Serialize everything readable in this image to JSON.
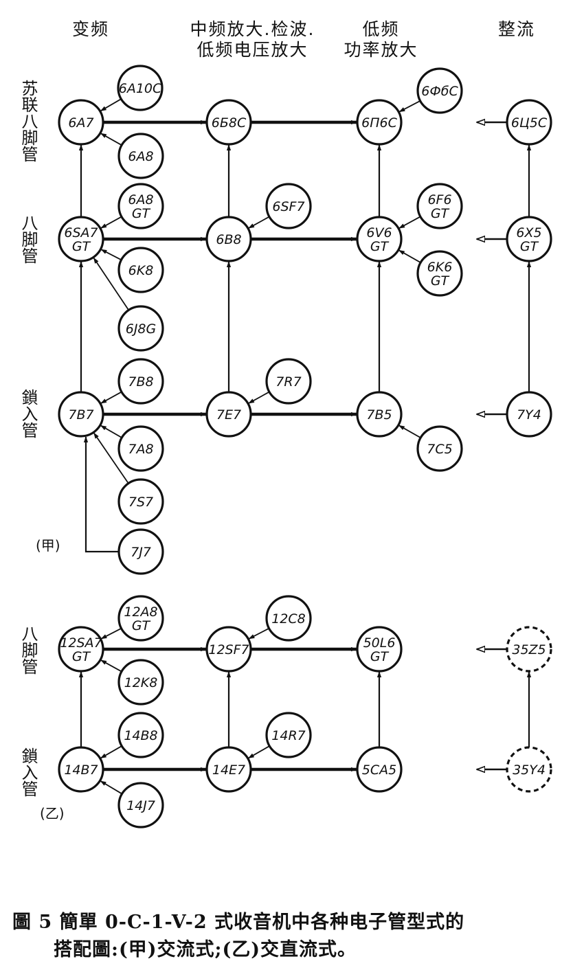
{
  "headers": {
    "col1": "变频",
    "col2_line1": "中频放大.检波.",
    "col2_line2": "低频电压放大",
    "col3_line1": "低频",
    "col3_line2": "功率放大",
    "col4": "整流"
  },
  "side_labels": {
    "row1": "苏联八脚管",
    "row2": "八脚管",
    "row3": "鎖入管",
    "row4": "八脚管",
    "row5": "鎖入管"
  },
  "part_labels": {
    "a": "(甲)",
    "b": "(乙)"
  },
  "caption": {
    "line1": "圖 5  簡單 0-C-1-V-2 式收音机中各种电子管型式的",
    "line2": "搭配圖:(甲)交流式;(乙)交直流式。"
  },
  "tubes": {
    "6A10C": [
      "6A10C"
    ],
    "6A7": [
      "6A7"
    ],
    "6A8": [
      "6A8"
    ],
    "6Б8C": [
      "6Б8C"
    ],
    "6ФбC": [
      "6ФбC"
    ],
    "6П6C": [
      "6П6C"
    ],
    "6Ц5C": [
      "6Ц5C"
    ],
    "6A8GT": [
      "6A8",
      "GT"
    ],
    "6SA7GT": [
      "6SA7",
      "GT"
    ],
    "6K8": [
      "6K8"
    ],
    "6J8G": [
      "6J8G"
    ],
    "6SF7": [
      "6SF7"
    ],
    "6B8": [
      "6B8"
    ],
    "6F6GT": [
      "6F6",
      "GT"
    ],
    "6V6GT": [
      "6V6",
      "GT"
    ],
    "6K6GT": [
      "6K6",
      "GT"
    ],
    "6X5GT": [
      "6X5",
      "GT"
    ],
    "7B8": [
      "7B8"
    ],
    "7B7": [
      "7B7"
    ],
    "7A8": [
      "7A8"
    ],
    "7S7": [
      "7S7"
    ],
    "7J7": [
      "7J7"
    ],
    "7R7": [
      "7R7"
    ],
    "7E7": [
      "7E7"
    ],
    "7B5": [
      "7B5"
    ],
    "7C5": [
      "7C5"
    ],
    "7Y4": [
      "7Y4"
    ],
    "12A8GT": [
      "12A8",
      "GT"
    ],
    "12SA7GT": [
      "12SA7",
      "GT"
    ],
    "12K8": [
      "12K8"
    ],
    "12C8": [
      "12C8"
    ],
    "12SF7": [
      "12SF7"
    ],
    "50L6GT": [
      "50L6",
      "GT"
    ],
    "35Z5": [
      "35Z5"
    ],
    "14B8": [
      "14B8"
    ],
    "14B7": [
      "14B7"
    ],
    "14J7": [
      "14J7"
    ],
    "14R7": [
      "14R7"
    ],
    "14E7": [
      "14E7"
    ],
    "5CA5": [
      "5CA5"
    ],
    "35Y4": [
      "35Y4"
    ]
  }
}
